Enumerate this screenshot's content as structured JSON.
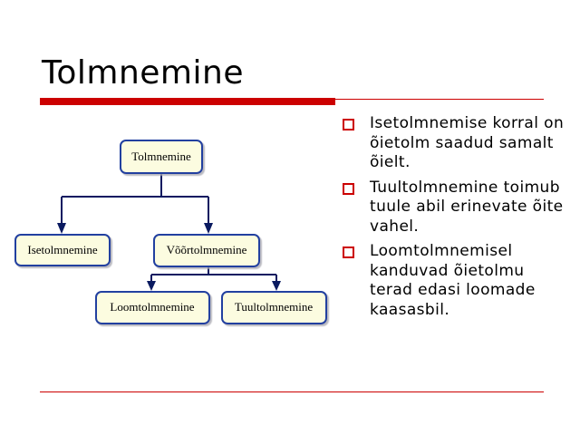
{
  "slide": {
    "title": "Tolmnemine"
  },
  "diagram": {
    "root": "Tolmnemine",
    "left_child": "Isetolmnemine",
    "right_child": "Võõrtolmnemine",
    "grand_left": "Loomtolmnemine",
    "grand_right": "Tuultolmnemine"
  },
  "bullets": [
    "Isetolmnemise korral on õietolm saadud samalt õielt.",
    "Tuultolmnemine toimub tuule abil erinevate õite vahel.",
    "Loomtolmnemisel kanduvad õietolmu terad edasi loomade kaasasbil."
  ],
  "colors": {
    "accent": "#cc0000",
    "node_fill": "#fcfce0",
    "node_border": "#2040a0",
    "connector": "#0a1a60"
  },
  "icons": {
    "bullet": "hollow-square-bullet-icon"
  }
}
